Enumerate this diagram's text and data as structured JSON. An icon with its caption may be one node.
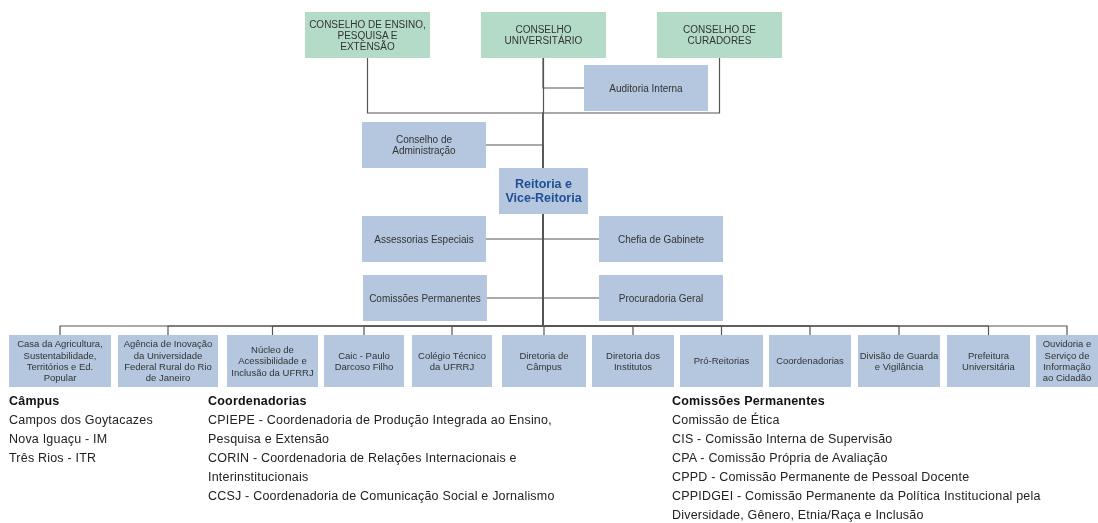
{
  "diagram": {
    "nodes": [
      {
        "text": [
          "CONSELHO DE ENSINO, PESQUISA E EXTENSÃO"
        ]
      },
      {
        "text": [
          "CONSELHO UNIVERSITÁRIO"
        ]
      },
      {
        "text": [
          "CONSELHO DE CURADORES"
        ]
      },
      {
        "text": [
          "Auditoria Interna"
        ]
      },
      {
        "text": [
          "Conselho de Administração"
        ]
      },
      {
        "text": [
          "Reitoria e Vice-Reitoria"
        ]
      },
      {
        "text": [
          "Assessorias Especiais"
        ]
      },
      {
        "text": [
          "Chefia de Gabinete"
        ]
      },
      {
        "text": [
          "Comissões Permanentes"
        ]
      },
      {
        "text": [
          "Procuradoria Geral"
        ]
      },
      {
        "text": [
          "Casa da Agricultura, Sustentabilidade, Territórios e Ed. Popular"
        ]
      },
      {
        "text": [
          "Agência de Inovação da Universidade Federal Rural do Rio de Janeiro"
        ]
      },
      {
        "text": [
          "Núcleo de Acessibilidade e Inclusão da UFRRJ"
        ]
      },
      {
        "text": [
          "Caic - Paulo Darcoso Filho"
        ]
      },
      {
        "text": [
          "Colégio Técnico da UFRRJ"
        ]
      },
      {
        "text": [
          "Diretoria de Câmpus"
        ]
      },
      {
        "text": [
          "Diretoria dos Institutos"
        ]
      },
      {
        "text": [
          "Pró-Reitorias"
        ]
      },
      {
        "text": [
          "Coordenadorias"
        ]
      },
      {
        "text": [
          "Divisão de Guarda e Vigilância"
        ]
      },
      {
        "text": [
          "Prefeitura Universitária"
        ]
      },
      {
        "text": [
          "Ouvidoria e Serviço de Informação ao Cidadão"
        ]
      }
    ],
    "edges": [
      {
        "from": 0,
        "to": 5,
        "arrow": "none"
      },
      {
        "from": 1,
        "to": 5,
        "arrow": "none"
      },
      {
        "from": 2,
        "to": 5,
        "arrow": "none"
      },
      {
        "from": 3,
        "to": 1,
        "arrow": "none"
      },
      {
        "from": 4,
        "to": 5,
        "arrow": "none"
      },
      {
        "from": 5,
        "to": 6,
        "arrow": "none"
      },
      {
        "from": 5,
        "to": 7,
        "arrow": "none"
      },
      {
        "from": 5,
        "to": 8,
        "arrow": "none"
      },
      {
        "from": 5,
        "to": 9,
        "arrow": "none"
      },
      {
        "from": 5,
        "to": 10,
        "arrow": "none"
      },
      {
        "from": 5,
        "to": 11,
        "arrow": "none"
      },
      {
        "from": 5,
        "to": 12,
        "arrow": "none"
      },
      {
        "from": 5,
        "to": 13,
        "arrow": "none"
      },
      {
        "from": 5,
        "to": 14,
        "arrow": "none"
      },
      {
        "from": 5,
        "to": 15,
        "arrow": "none"
      },
      {
        "from": 5,
        "to": 16,
        "arrow": "none"
      },
      {
        "from": 5,
        "to": 17,
        "arrow": "none"
      },
      {
        "from": 5,
        "to": 18,
        "arrow": "none"
      },
      {
        "from": 5,
        "to": 19,
        "arrow": "none"
      },
      {
        "from": 5,
        "to": 20,
        "arrow": "none"
      },
      {
        "from": 5,
        "to": 21,
        "arrow": "none"
      }
    ],
    "labels": [
      "Câmpus",
      "Campos dos Goytacazes",
      "Nova Iguaçu - IM",
      "Três Rios - ITR",
      "Coordenadorias",
      "CPIEPE - Coordenadoria de Produção Integrada ao Ensino, Pesquisa e Extensão",
      "CORIN - Coordenadoria de Relações Internacionais e Interinstitucionais",
      "CCSJ - Coordenadoria de Comunicação Social e Jornalismo",
      "Comissões Permanentes",
      "Comissão de Ética",
      "CIS - Comissão Interna de Supervisão",
      "CPA - Comissão Própria de Avaliação",
      "CPPD - Comissão Permanente de Pessoal Docente",
      "CPPIDGEI - Comissão Permanente da Política Institucional pela Diversidade, Gênero, Etnia/Raça e Inclusão"
    ]
  }
}
